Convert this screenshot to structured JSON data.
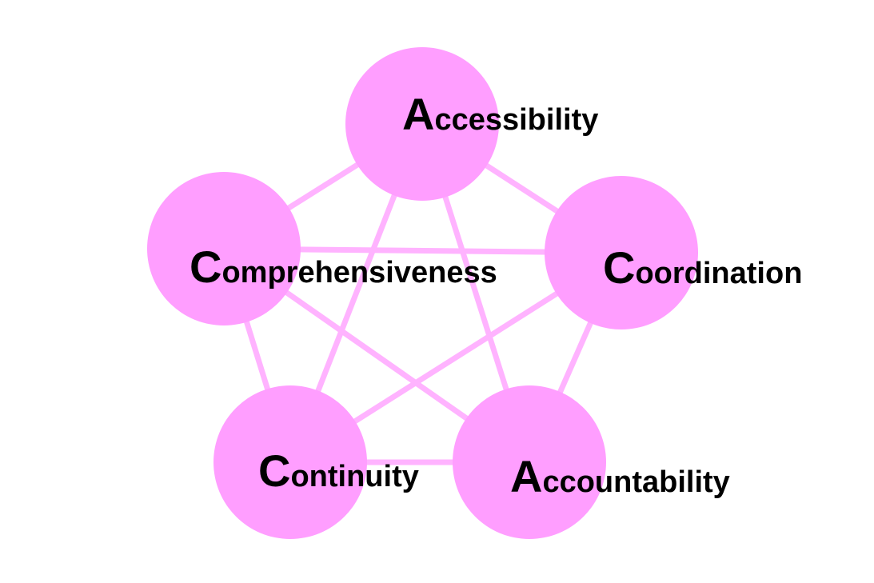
{
  "colors": {
    "node_fill": "#ff9eff",
    "edge": "#ffb3ff",
    "text": "#000000",
    "background": "#ffffff"
  },
  "nodes": [
    {
      "id": "accessibility",
      "initial": "A",
      "rest": "ccessibility"
    },
    {
      "id": "coordination",
      "initial": "C",
      "rest": "oordination"
    },
    {
      "id": "accountability",
      "initial": "A",
      "rest": "ccountability"
    },
    {
      "id": "continuity",
      "initial": "C",
      "rest": "ontinuity"
    },
    {
      "id": "comprehensiveness",
      "initial": "C",
      "rest": "omprehensiveness"
    }
  ],
  "edges": [
    [
      "accessibility",
      "coordination"
    ],
    [
      "coordination",
      "accountability"
    ],
    [
      "accountability",
      "continuity"
    ],
    [
      "continuity",
      "comprehensiveness"
    ],
    [
      "comprehensiveness",
      "accessibility"
    ],
    [
      "accessibility",
      "accountability"
    ],
    [
      "accessibility",
      "continuity"
    ],
    [
      "coordination",
      "comprehensiveness"
    ],
    [
      "coordination",
      "continuity"
    ],
    [
      "comprehensiveness",
      "accountability"
    ]
  ]
}
